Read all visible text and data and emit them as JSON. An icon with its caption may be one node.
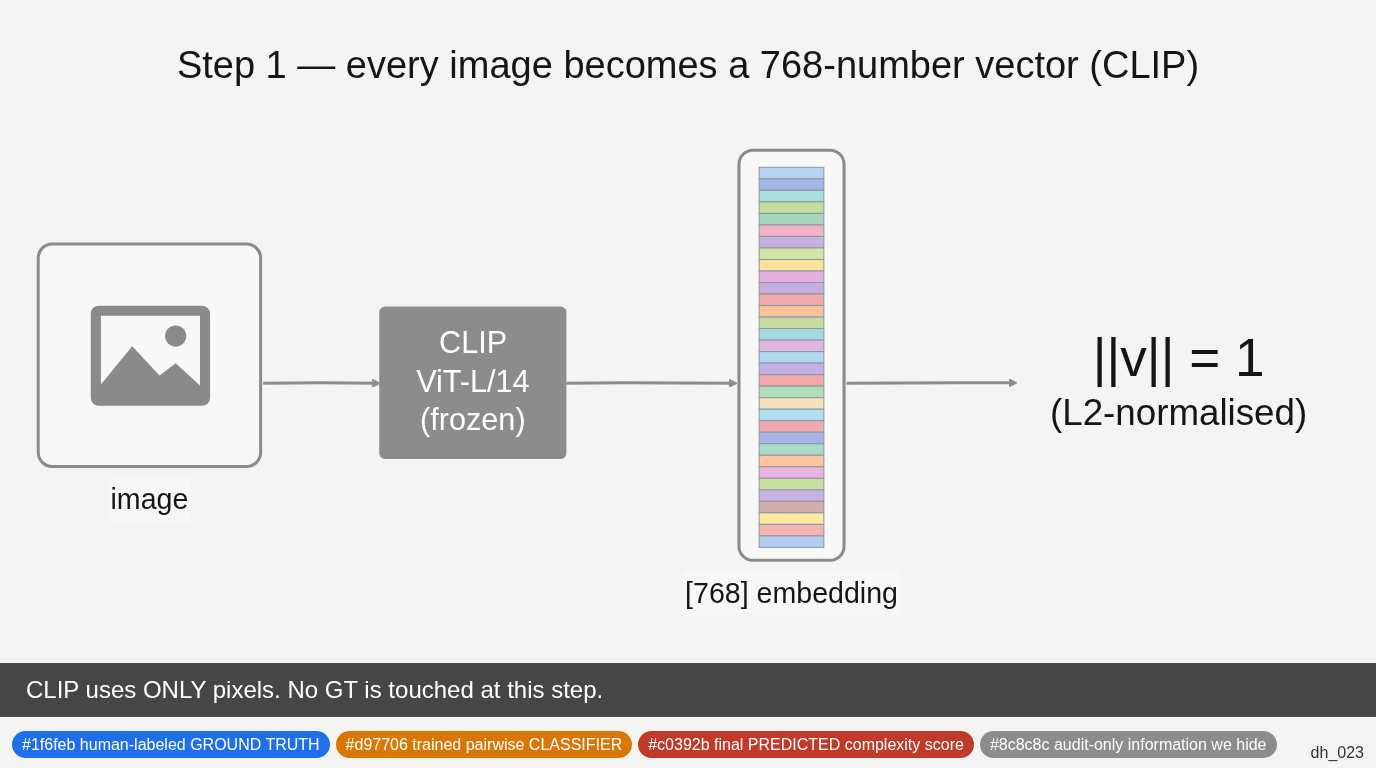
{
  "diagram": {
    "title": "Step 1 — every image becomes a 768-number vector (CLIP)",
    "caption": "CLIP uses ONLY pixels. No GT is touched at this step.",
    "nodes": [
      {
        "text": [
          "image"
        ]
      },
      {
        "text": [
          "CLIP ViT-L/14 (frozen)"
        ]
      },
      {
        "text": [
          "[768] embedding"
        ]
      },
      {
        "text": [
          "||v|| = 1",
          "(L2-normalised)"
        ]
      }
    ],
    "edges": [
      {
        "from": 0,
        "to": 1,
        "arrow": "to"
      },
      {
        "from": 1,
        "to": 2,
        "arrow": "to"
      },
      {
        "from": 2,
        "to": 3,
        "arrow": "to"
      }
    ],
    "labels": [
      "dh_023"
    ],
    "legend": [
      {
        "text": "#1f6feb human-labeled GROUND TRUTH",
        "color": "#1f6feb"
      },
      {
        "text": "#d97706 trained pairwise CLASSIFIER",
        "color": "#d97706"
      },
      {
        "text": "#c0392b final PREDICTED complexity score",
        "color": "#c0392b"
      },
      {
        "text": "#8c8c8c audit-only information we hide",
        "color": "#8c8c8c"
      }
    ]
  }
}
